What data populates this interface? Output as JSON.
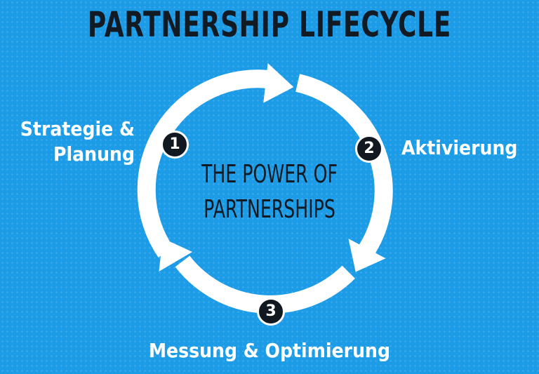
{
  "title": "PARTNERSHIP LIFECYCLE",
  "center": {
    "line1": "THE POWER OF",
    "line2": "PARTNERSHIPS"
  },
  "steps": [
    {
      "number": "1",
      "label_line1": "Strategie &",
      "label_line2": "Planung"
    },
    {
      "number": "2",
      "label": "Aktivierung"
    },
    {
      "number": "3",
      "label": "Messung & Optimierung"
    }
  ],
  "colors": {
    "background": "#1c9be6",
    "arrows": "#ffffff",
    "badge": "#111820",
    "dark_text": "#121a24"
  }
}
